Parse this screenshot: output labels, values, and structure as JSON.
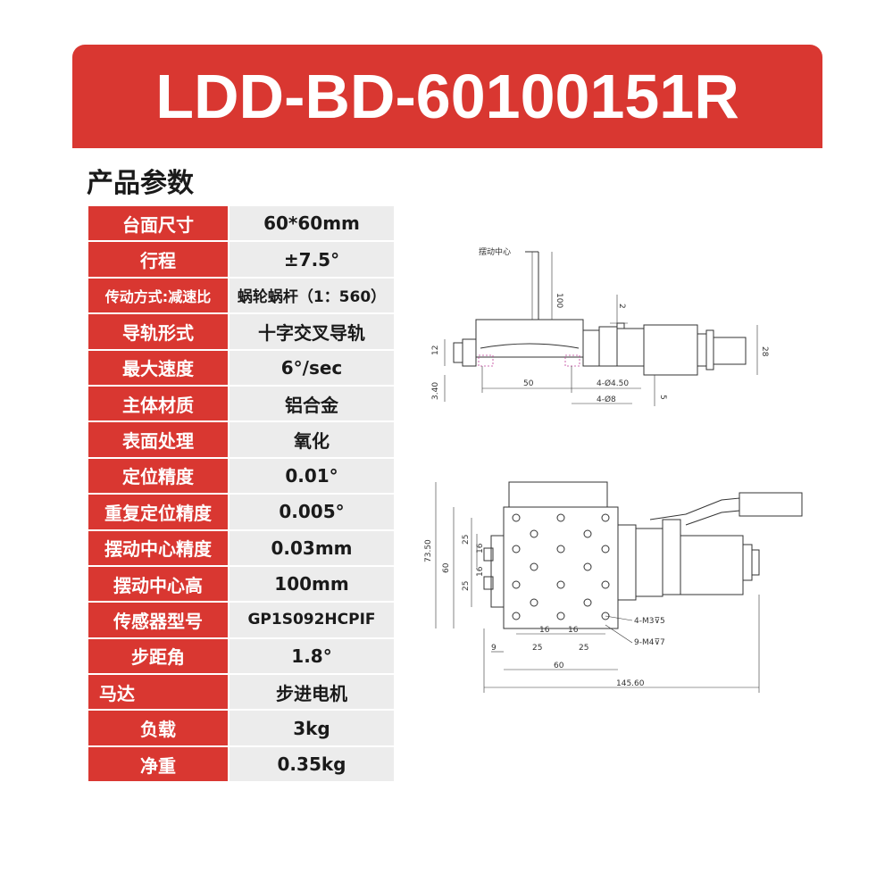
{
  "banner": {
    "title": "LDD-BD-60100151R"
  },
  "section": {
    "title": "产品参数"
  },
  "specs": [
    {
      "label": "台面尺寸",
      "value": "60*60mm"
    },
    {
      "label": "行程",
      "value": "±7.5°"
    },
    {
      "label": "传动方式:减速比",
      "value": "蜗轮蜗杆（1：560）"
    },
    {
      "label": "导轨形式",
      "value": "十字交叉导轨"
    },
    {
      "label": "最大速度",
      "value": "6°/sec"
    },
    {
      "label": "主体材质",
      "value": "铝合金"
    },
    {
      "label": "表面处理",
      "value": "氧化"
    },
    {
      "label": "定位精度",
      "value": "0.01°"
    },
    {
      "label": "重复定位精度",
      "value": "0.005°"
    },
    {
      "label": "摆动中心精度",
      "value": "0.03mm"
    },
    {
      "label": "摆动中心高",
      "value": "100mm"
    },
    {
      "label": "传感器型号",
      "value": "GP1S092HCPIF"
    },
    {
      "label": "步距角",
      "value": "1.8°"
    },
    {
      "label": "马达",
      "value": "步进电机"
    },
    {
      "label": "负载",
      "value": "3kg"
    },
    {
      "label": "净重",
      "value": "0.35kg"
    }
  ],
  "drawing": {
    "side": {
      "center_label": "摆动中心",
      "dim_100": "100",
      "dim_2": "2",
      "dim_12": "12",
      "dim_28": "28",
      "dim_3_40": "3.40",
      "dim_50": "50",
      "dim_hole1": "4-Ø4.50",
      "dim_hole2": "4-Ø8",
      "dim_5": "5"
    },
    "top": {
      "dim_73_50": "73.50",
      "dim_60_v": "60",
      "dim_25a": "25",
      "dim_16a": "16",
      "dim_16b": "16",
      "dim_25b": "25",
      "dim_thread1": "4-M3⊽5",
      "dim_thread2": "9-M4⊽7",
      "dim_9": "9",
      "dim_25c": "25",
      "dim_16c": "16",
      "dim_16d": "16",
      "dim_25d": "25",
      "dim_60_h": "60",
      "dim_145_60": "145.60"
    }
  }
}
